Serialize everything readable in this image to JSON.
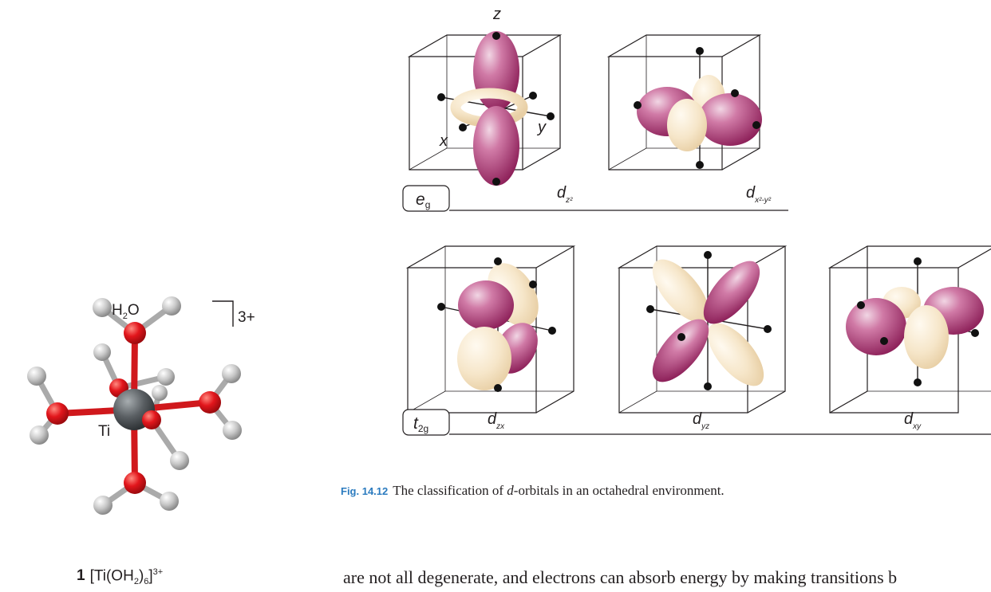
{
  "molecule": {
    "ligand_label": "H",
    "ligand_sub": "2",
    "ligand_tail": "O",
    "metal_label": "Ti",
    "charge": "3+"
  },
  "compound": {
    "number": "1",
    "formula_a": "[Ti(OH",
    "formula_sub1": "2",
    "formula_b": ")",
    "formula_sub2": "6",
    "formula_c": "]",
    "formula_sup": "3+"
  },
  "orbitals": {
    "axes": {
      "z": "z",
      "x": "x",
      "y": "y"
    },
    "eg": {
      "label": "e",
      "sub": "g",
      "orbitals": [
        "d",
        "d"
      ],
      "subs": [
        "z²",
        "x²-y²"
      ]
    },
    "t2g": {
      "label": "t",
      "sub": "2g",
      "orbitals": [
        "d",
        "d",
        "d"
      ],
      "subs": [
        "zx",
        "yz",
        "xy"
      ]
    }
  },
  "caption": {
    "fig_label": "Fig. 14.12",
    "text_before": "The classification of ",
    "text_em": "d",
    "text_after": "-orbitals in an octahedral environment."
  },
  "body_text": "are not all degenerate, and electrons can absorb energy by making transitions b",
  "colors": {
    "magenta_lobe": "#a8336f",
    "cream_lobe": "#f4e2c2",
    "oxygen": "#e2161c",
    "hydrogen": "#b3b3b3",
    "titanium": "#5a5f63",
    "accent_blue": "#2b7bbf"
  }
}
